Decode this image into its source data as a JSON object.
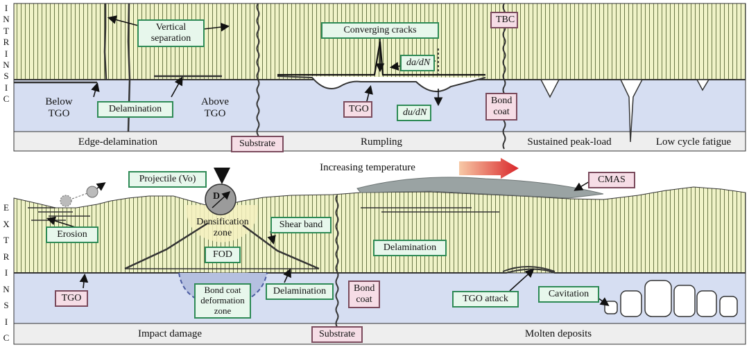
{
  "intrinsic_letters": [
    "I",
    "N",
    "T",
    "R",
    "I",
    "N",
    "S",
    "I",
    "C"
  ],
  "extrinsic_letters": [
    "E",
    "X",
    "T",
    "R",
    "I",
    "N",
    "S",
    "I",
    "C"
  ],
  "top": {
    "tbc": "TBC",
    "vertical_separation": "Vertical separation",
    "converging_cracks": "Converging cracks",
    "da_dn": "da/dN",
    "du_dn": "du/dN",
    "below_tgo": "Below TGO",
    "above_tgo": "Above TGO",
    "delamination": "Delamination",
    "tgo": "TGO",
    "bond_coat": "Bond coat",
    "substrate": "Substrate",
    "edge_delamination": "Edge-delamination",
    "rumpling": "Rumpling",
    "sustained_peak_load": "Sustained peak-load",
    "low_cycle_fatigue": "Low cycle fatigue"
  },
  "middle": {
    "increasing_temperature": "Increasing temperature"
  },
  "bottom": {
    "projectile": "Projectile (Vo)",
    "d": "D",
    "densification_zone": "Densification zone",
    "erosion": "Erosion",
    "shear_band": "Shear band",
    "fod": "FOD",
    "bond_coat_deformation_zone": "Bond coat deformation zone",
    "delamination_small": "Delamination",
    "delamination": "Delamination",
    "tgo": "TGO",
    "bond_coat": "Bond coat",
    "substrate": "Substrate",
    "cmas": "CMAS",
    "tgo_attack": "TGO attack",
    "cavitation": "Cavitation",
    "impact_damage": "Impact damage",
    "molten_deposits": "Molten deposits"
  },
  "colors": {
    "tbc_fill": "#f0f3c8",
    "tbc_line": "#5c6a3a",
    "bond_coat_fill": "#d6def2",
    "substrate_fill": "#eeeeee",
    "label_green_fill": "#e7f7ec",
    "label_green_border": "#2d8a55",
    "label_pink_fill": "#f6dde6",
    "label_pink_border": "#7a4a5c",
    "cmas_fill": "#9aa3a3",
    "arrow_start": "#f7c9a6",
    "arrow_end": "#d9262a"
  }
}
